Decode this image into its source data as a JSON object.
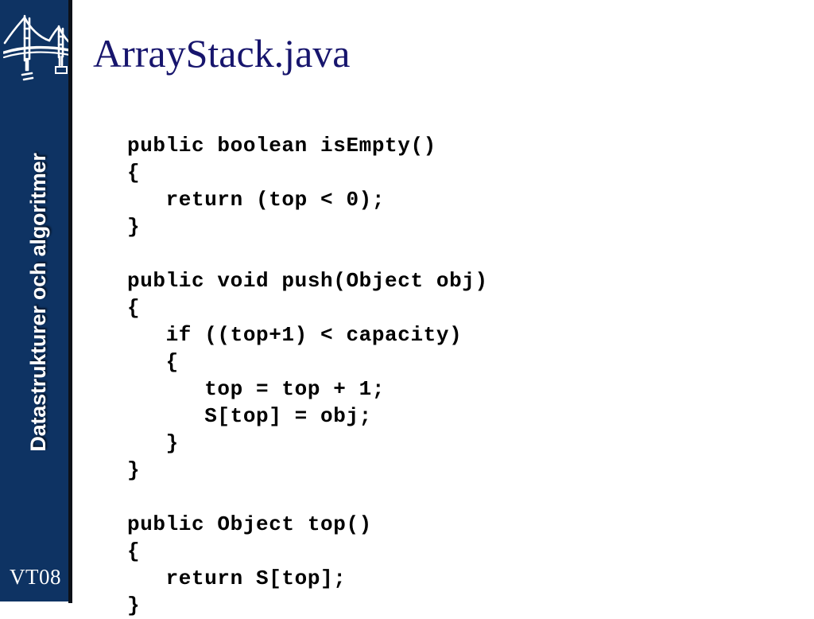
{
  "slide": {
    "title": "ArrayStack.java",
    "title_color": "#17156d",
    "background_color": "#ffffff"
  },
  "sidebar": {
    "background_color": "#0e3363",
    "shadow_color": "#0c1118",
    "logo_icon": "suspension-bridge-logo-icon",
    "course_title": "Datastrukturer och algoritmer",
    "term_label": "VT08",
    "text_color": "#ffffff"
  },
  "code": {
    "language": "java",
    "text_color": "#000000",
    "lines": [
      "public boolean isEmpty()",
      "{",
      "   return (top < 0);",
      "}",
      "",
      "public void push(Object obj)",
      "{",
      "   if ((top+1) < capacity)",
      "   {",
      "      top = top + 1;",
      "      S[top] = obj;",
      "   }",
      "}",
      "",
      "public Object top()",
      "{",
      "   return S[top];",
      "}"
    ]
  }
}
